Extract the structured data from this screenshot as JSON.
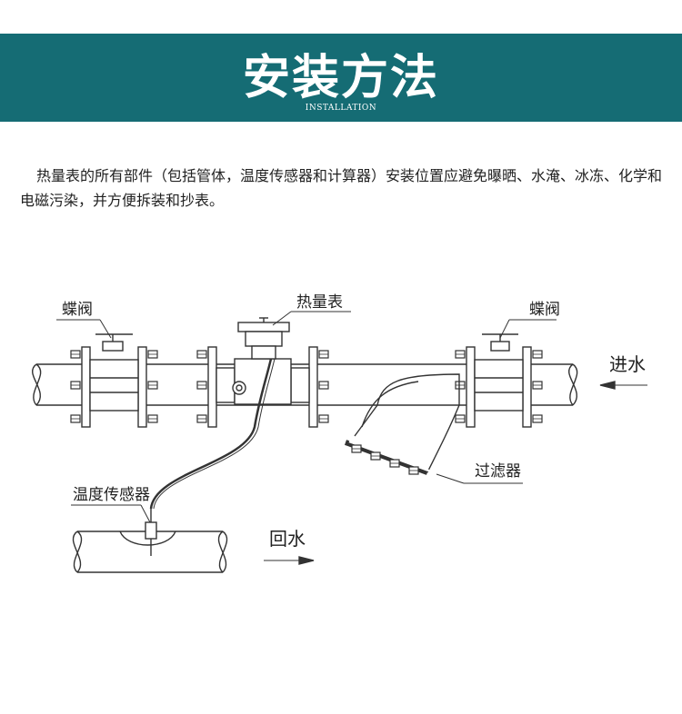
{
  "header": {
    "title": "安装方法",
    "subtitle": "INSTALLATION",
    "color": "#156c74"
  },
  "description": "热量表的所有部件（包括管体，温度传感器和计算器）安装位置应避免曝晒、水淹、冰冻、化学和电磁污染，并方便拆装和抄表。",
  "diagram": {
    "labels": {
      "valve_left": "蝶阀",
      "heat_meter": "热量表",
      "valve_right": "蝶阀",
      "inlet": "进水",
      "filter": "过滤器",
      "temp_sensor": "温度传感器",
      "return": "回水"
    }
  }
}
